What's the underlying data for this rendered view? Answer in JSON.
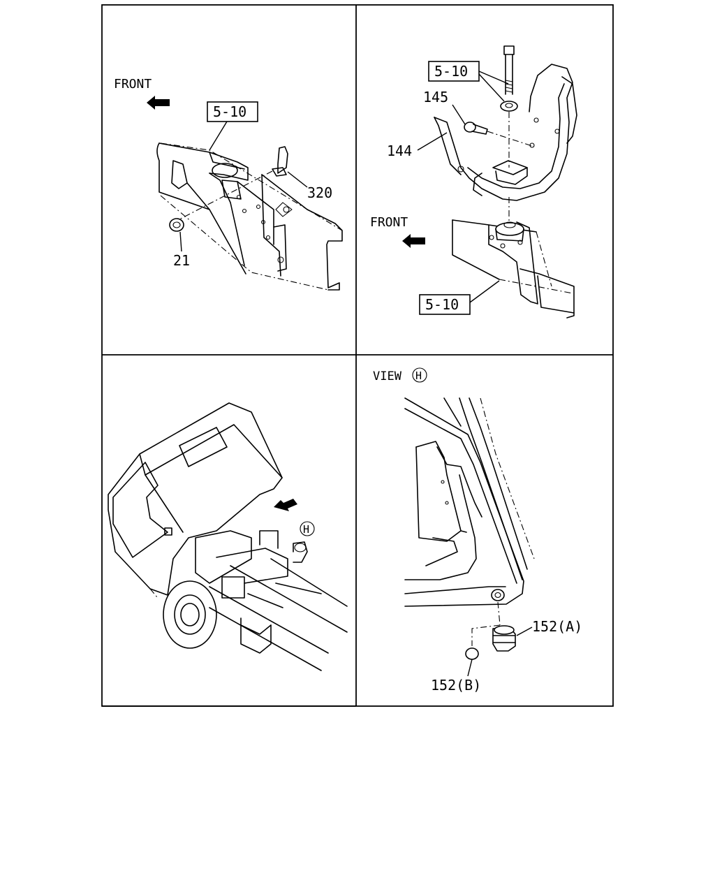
{
  "panels": {
    "top_left": {
      "front_label": "FRONT",
      "ref_box": "5-10",
      "callouts": [
        "320",
        "21"
      ]
    },
    "top_right": {
      "front_label": "FRONT",
      "ref_box_top": "5-10",
      "ref_box_bottom": "5-10",
      "callouts": [
        "145",
        "144"
      ]
    },
    "bottom_left": {
      "view_marker": "H"
    },
    "bottom_right": {
      "view_label": "VIEW",
      "view_marker": "H",
      "callouts": [
        "152(A)",
        "152(B)"
      ]
    }
  }
}
